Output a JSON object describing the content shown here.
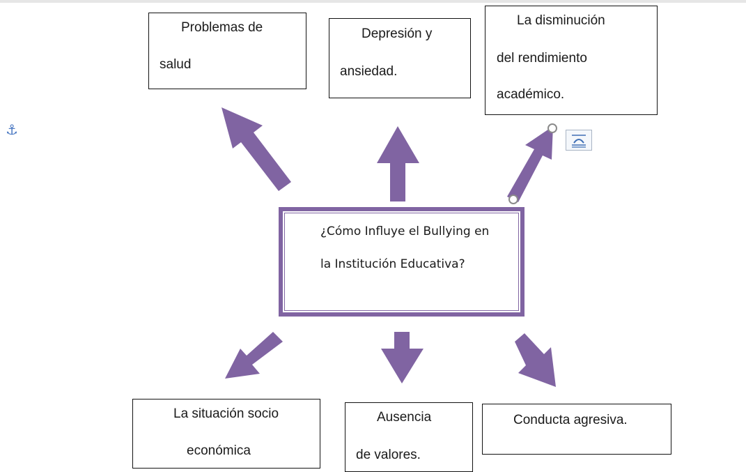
{
  "center": {
    "line1": "¿Cómo Influye el Bullying en",
    "line2": "la Institución Educativa?"
  },
  "top_boxes": [
    {
      "line1": "Problemas de",
      "line2": "salud"
    },
    {
      "line1": "Depresión y",
      "line2": "ansiedad."
    },
    {
      "line1": "La disminución",
      "line2": "del rendimiento",
      "line3": "académico."
    }
  ],
  "bottom_boxes": [
    {
      "line1": "La situación socio",
      "line2": "económica"
    },
    {
      "line1": "Ausencia",
      "line2": "de valores."
    },
    {
      "line1": "Conducta agresiva."
    }
  ],
  "icons": {
    "anchor": "anchor-icon",
    "anchor_glyph": "⚓",
    "layout": "layout-options-icon"
  },
  "colors": {
    "arrow": "#8064a2",
    "border": "#111111",
    "anchor": "#4a78c2"
  }
}
